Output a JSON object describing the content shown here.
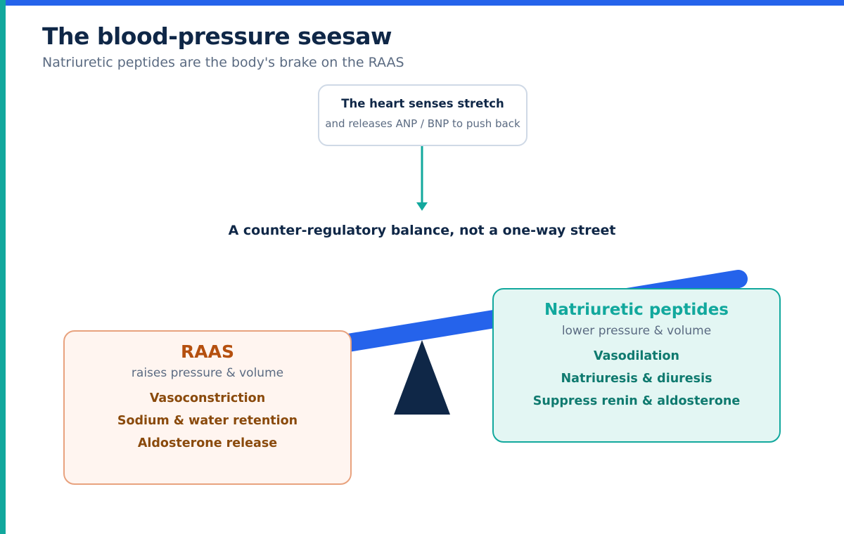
{
  "title": "The blood-pressure seesaw",
  "subtitle": "Natriuretic peptides are the body's brake on the RAAS",
  "heart_box": {
    "title": "The heart senses stretch",
    "subtitle": "and releases ANP / BNP to push back"
  },
  "balance_caption": "A counter-regulatory balance, not a one-way street",
  "raas": {
    "heading": "RAAS",
    "subheading": "raises pressure & volume",
    "effects": [
      "Vasoconstriction",
      "Sodium & water retention",
      "Aldosterone release"
    ]
  },
  "natriuretic": {
    "heading": "Natriuretic peptides",
    "subheading": "lower pressure & volume",
    "effects": [
      "Vasodilation",
      "Natriuresis & diuresis",
      "Suppress renin & aldosterone"
    ]
  },
  "colors": {
    "accent_blue": "#2563eb",
    "accent_teal": "#12a89d",
    "navy": "#0f2747",
    "raas_orange": "#b5500f"
  }
}
